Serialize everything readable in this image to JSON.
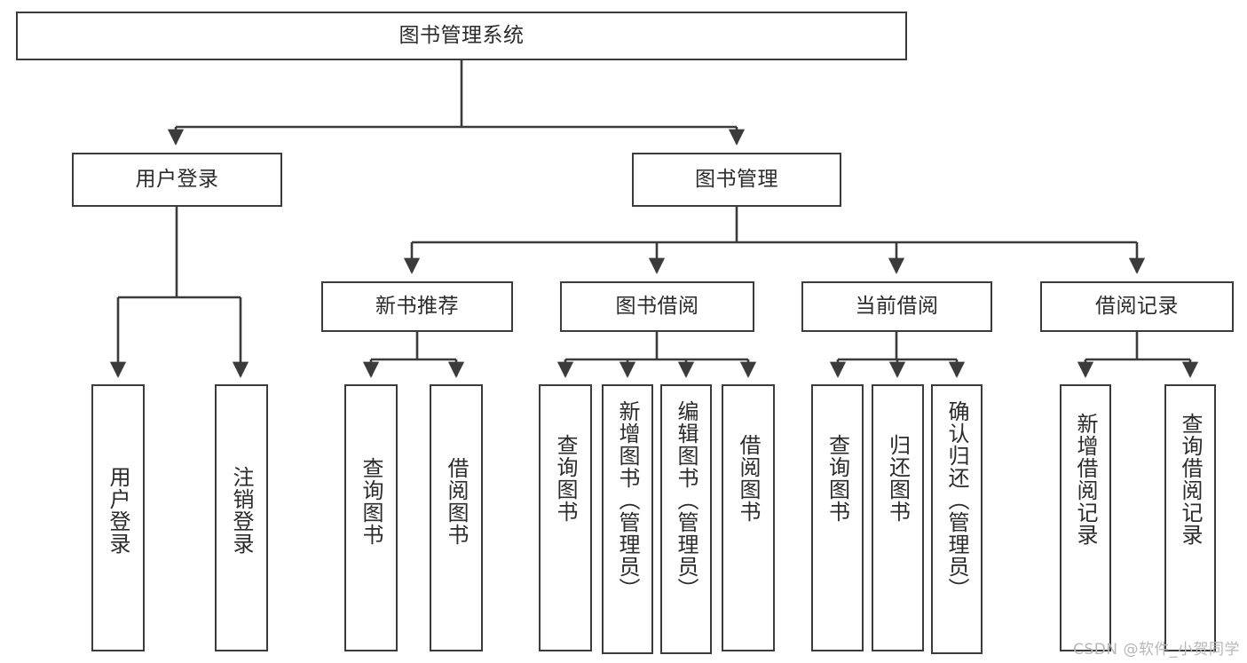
{
  "diagram": {
    "title": "图书管理系统",
    "watermark": "CSDN @软件_小贺同学",
    "colors": {
      "stroke": "#3b3b3b",
      "text": "#2b2b2b",
      "background": "#ffffff",
      "watermark": "#b7b7b7"
    },
    "levels": {
      "root": {
        "label": "图书管理系统"
      },
      "level2": [
        {
          "id": "user-login",
          "label": "用户登录"
        },
        {
          "id": "book-management",
          "label": "图书管理"
        }
      ],
      "level3": [
        {
          "id": "new-book-recommend",
          "label": "新书推荐"
        },
        {
          "id": "book-borrow",
          "label": "图书借阅"
        },
        {
          "id": "current-borrow",
          "label": "当前借阅"
        },
        {
          "id": "borrow-record",
          "label": "借阅记录"
        }
      ],
      "leaves": [
        {
          "id": "leaf-user-login",
          "label": "用户登录",
          "parent": "user-login"
        },
        {
          "id": "leaf-logout-login",
          "label": "注销登录",
          "parent": "user-login"
        },
        {
          "id": "leaf-query-book-1",
          "label": "查询图书",
          "parent": "new-book-recommend"
        },
        {
          "id": "leaf-borrow-book-1",
          "label": "借阅图书",
          "parent": "new-book-recommend"
        },
        {
          "id": "leaf-query-book-2",
          "label": "查询图书",
          "parent": "book-borrow"
        },
        {
          "id": "leaf-add-book",
          "label": "新增图书（管理员）",
          "parent": "book-borrow"
        },
        {
          "id": "leaf-edit-book",
          "label": "编辑图书（管理员）",
          "parent": "book-borrow"
        },
        {
          "id": "leaf-borrow-book-2",
          "label": "借阅图书",
          "parent": "book-borrow"
        },
        {
          "id": "leaf-query-book-3",
          "label": "查询图书",
          "parent": "current-borrow"
        },
        {
          "id": "leaf-return-book",
          "label": "归还图书",
          "parent": "current-borrow"
        },
        {
          "id": "leaf-confirm-return",
          "label": "确认归还（管理员）",
          "parent": "current-borrow"
        },
        {
          "id": "leaf-add-record",
          "label": "新增借阅记录",
          "parent": "borrow-record"
        },
        {
          "id": "leaf-query-record",
          "label": "查询借阅记录",
          "parent": "borrow-record"
        }
      ]
    }
  }
}
